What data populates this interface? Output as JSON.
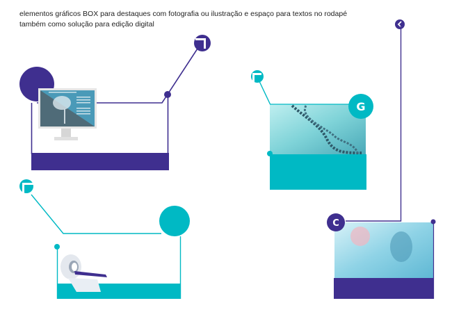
{
  "caption": {
    "line1": "elementos gráficos BOX para destaques com fotografia ou ilustração e espaço para textos no rodapé",
    "line2": "também como solução para edição digital"
  },
  "colors": {
    "purple": "#3f2f8f",
    "teal": "#00b9c4"
  },
  "boxes": [
    {
      "illustration": "computer-monitor-brain-scan",
      "color": "purple"
    },
    {
      "illustration": "dna-helix-photo",
      "color": "teal",
      "badge": "G"
    },
    {
      "illustration": "mri-scanner",
      "color": "teal"
    },
    {
      "illustration": "doctor-hologram-photo",
      "color": "purple",
      "badge": "C"
    }
  ]
}
